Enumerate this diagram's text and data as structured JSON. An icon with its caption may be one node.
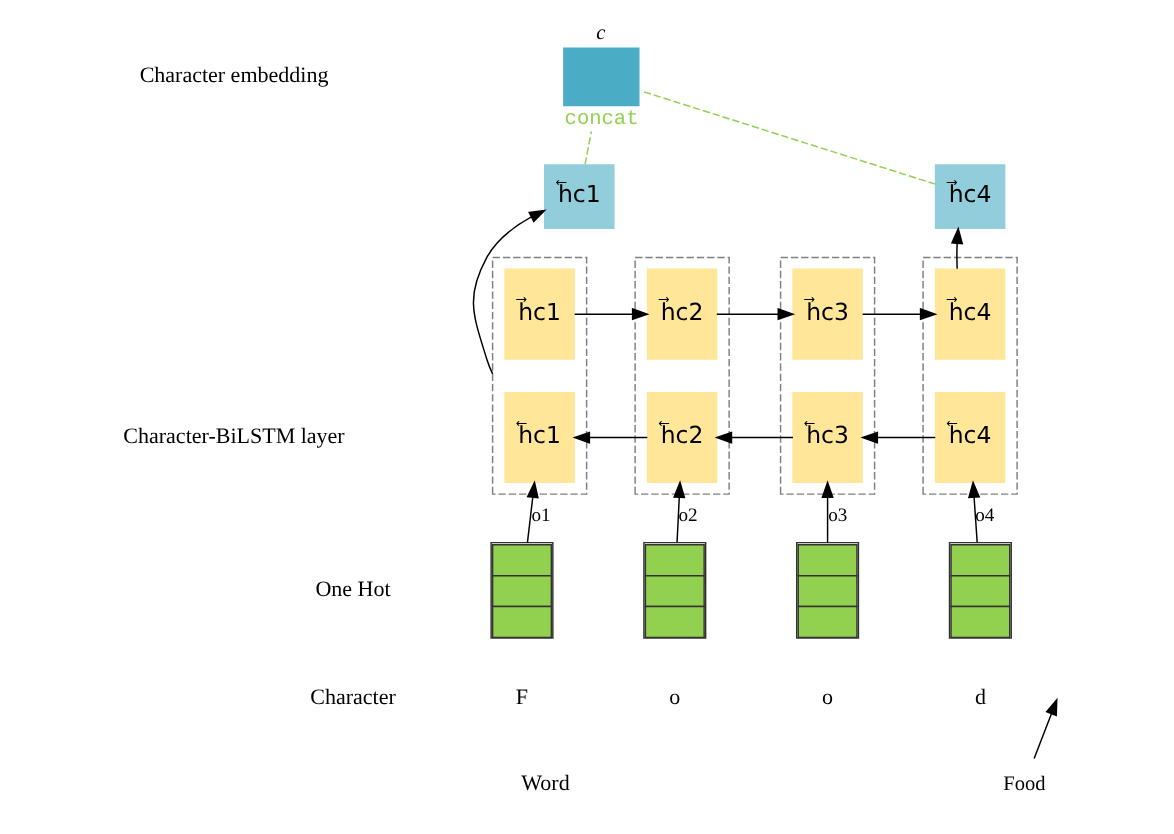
{
  "diagram": {
    "nodes": [
      {
        "text": [
          "c"
        ],
        "beside": [
          "concat"
        ]
      },
      {
        "text": [
          "h⃖c1"
        ]
      },
      {
        "text": [
          "h⃗c4"
        ]
      },
      {
        "text": [],
        "shape": "box"
      },
      {
        "text": [
          "h⃗c1"
        ],
        "in": 3
      },
      {
        "text": [
          "h⃖c1"
        ],
        "in": 3
      },
      {
        "text": [],
        "shape": "box"
      },
      {
        "text": [
          "h⃗c2"
        ],
        "in": 6
      },
      {
        "text": [
          "h⃖c2"
        ],
        "in": 6
      },
      {
        "text": [],
        "shape": "box"
      },
      {
        "text": [
          "h⃗c3"
        ],
        "in": 9
      },
      {
        "text": [
          "h⃖c3"
        ],
        "in": 9
      },
      {
        "text": [],
        "shape": "box"
      },
      {
        "text": [
          "h⃗c4"
        ],
        "in": 12
      },
      {
        "text": [
          "h⃖c4"
        ],
        "in": 12
      },
      {
        "text": [],
        "shape": "box"
      },
      {
        "text": [],
        "shape": "box"
      },
      {
        "text": [],
        "shape": "box"
      },
      {
        "text": [],
        "shape": "box"
      },
      {
        "text": [
          "Food"
        ]
      }
    ],
    "edges": [
      {
        "from": 1,
        "to": 0,
        "arrow": "none",
        "style": "dashed",
        "color": "#92d050"
      },
      {
        "from": 2,
        "to": 0,
        "arrow": "none",
        "style": "dashed",
        "color": "#92d050"
      },
      {
        "from": 3,
        "to": 1,
        "arrow": "to"
      },
      {
        "from": 13,
        "to": 2,
        "arrow": "to"
      },
      {
        "from": 4,
        "to": 7,
        "arrow": "to"
      },
      {
        "from": 7,
        "to": 10,
        "arrow": "to"
      },
      {
        "from": 10,
        "to": 13,
        "arrow": "to"
      },
      {
        "from": 14,
        "to": 11,
        "arrow": "to"
      },
      {
        "from": 11,
        "to": 8,
        "arrow": "to"
      },
      {
        "from": 8,
        "to": 5,
        "arrow": "to"
      },
      {
        "from": 15,
        "to": 5,
        "arrow": "to",
        "label": "o1"
      },
      {
        "from": 16,
        "to": 8,
        "arrow": "to",
        "label": "o2"
      },
      {
        "from": 17,
        "to": 11,
        "arrow": "to",
        "label": "o3"
      },
      {
        "from": 18,
        "to": 14,
        "arrow": "to",
        "label": "o4"
      },
      {
        "from": 19,
        "to": null,
        "arrow": "to"
      }
    ],
    "labels": [
      "Character embedding",
      "Character-BiLSTM layer",
      "One Hot",
      "Character",
      "F",
      "o",
      "o",
      "d",
      "Word"
    ]
  }
}
